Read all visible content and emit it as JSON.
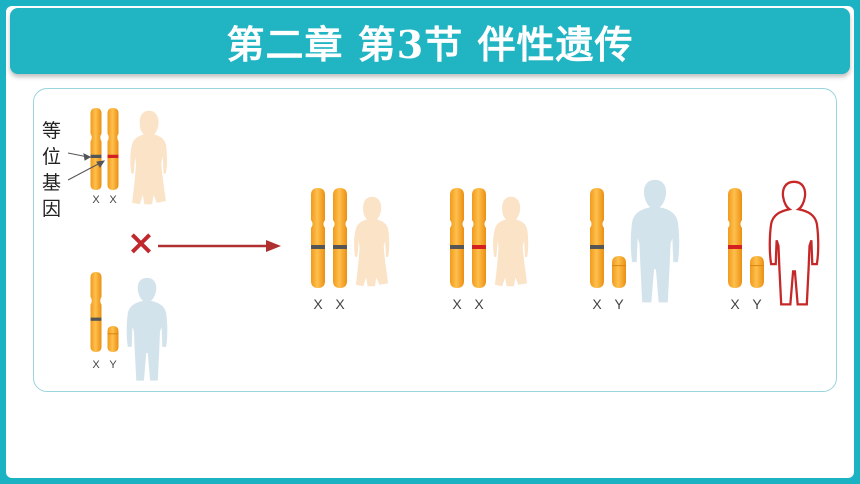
{
  "title": "第二章  第3节  伴性遗传",
  "allele_label": [
    "等",
    "位",
    "基",
    "因"
  ],
  "cross_symbol": "×",
  "colors": {
    "background": "#1bb3c4",
    "chromosome": "#f5a623",
    "normal_band": "#555555",
    "mutant_band": "#d42020",
    "female_silhouette": "#fbe3c7",
    "male_silhouette": "#d3e3ec",
    "affected_outline": "#c62828",
    "arrow": "#b03030"
  },
  "parents": {
    "mother": {
      "chromosome_labels": [
        "X",
        "X"
      ],
      "icon": "female-silhouette-icon"
    },
    "father": {
      "chromosome_labels": [
        "X",
        "Y"
      ],
      "icon": "male-silhouette-icon"
    }
  },
  "offspring": [
    {
      "chromosome_labels": [
        "X",
        "X"
      ],
      "icon": "female-silhouette-icon"
    },
    {
      "chromosome_labels": [
        "X",
        "X"
      ],
      "icon": "female-silhouette-icon"
    },
    {
      "chromosome_labels": [
        "X",
        "Y"
      ],
      "icon": "male-silhouette-icon"
    },
    {
      "chromosome_labels": [
        "X",
        "Y"
      ],
      "icon": "affected-male-silhouette-icon"
    }
  ]
}
